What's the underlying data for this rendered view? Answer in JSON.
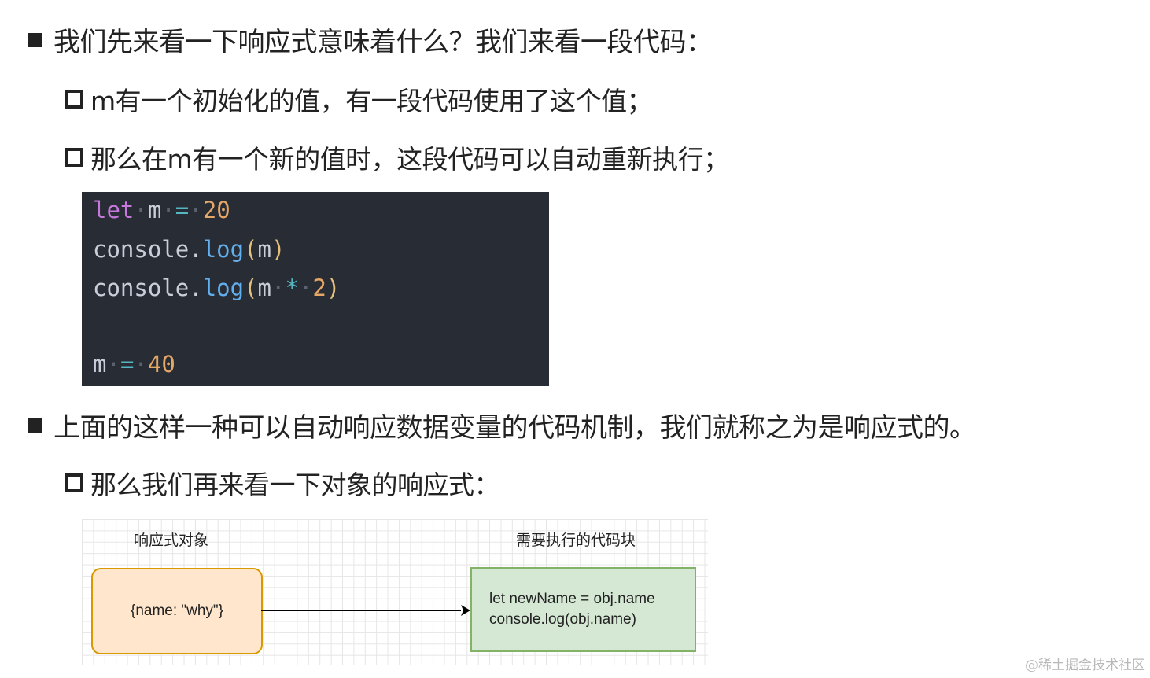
{
  "bullets": {
    "b1": "我们先来看一下响应式意味着什么？我们来看一段代码：",
    "b1_1": "m有一个初始化的值，有一段代码使用了这个值；",
    "b1_2": "那么在m有一个新的值时，这段代码可以自动重新执行；",
    "b2": "上面的这样一种可以自动响应数据变量的代码机制，我们就称之为是响应式的。",
    "b2_1": "那么我们再来看一下对象的响应式："
  },
  "code": {
    "l1": {
      "kw": "let",
      "var": "m",
      "op": "=",
      "num": "20"
    },
    "l2": {
      "obj": "console",
      "dot": ".",
      "fn": "log",
      "lp": "(",
      "arg": "m",
      "rp": ")"
    },
    "l3": {
      "obj": "console",
      "dot": ".",
      "fn": "log",
      "lp": "(",
      "arg": "m",
      "op": "*",
      "num": "2",
      "rp": ")"
    },
    "l5": {
      "var": "m",
      "op": "=",
      "num": "40"
    }
  },
  "diagram": {
    "left_label": "响应式对象",
    "right_label": "需要执行的代码块",
    "source_box": "{name: \"why\"}",
    "target_line1": "let newName = obj.name",
    "target_line2": "console.log(obj.name)"
  },
  "watermark": "@稀土掘金技术社区",
  "colors": {
    "code_bg": "#282c34",
    "keyword": "#c678dd",
    "number": "#e5a765",
    "operator": "#56b6c2",
    "function": "#61afef",
    "paren": "#e5c07b",
    "source_fill": "#ffe6cc",
    "source_stroke": "#d79b00",
    "target_fill": "#d5e8d4",
    "target_stroke": "#82b366"
  }
}
